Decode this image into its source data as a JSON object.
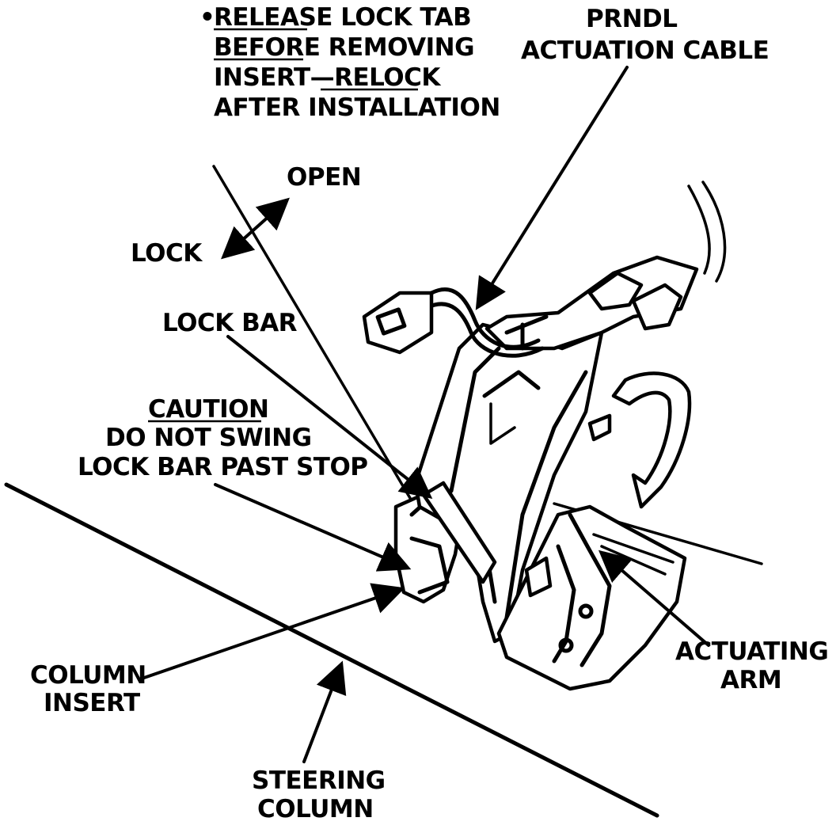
{
  "note": {
    "bullet": "•",
    "line1_underlined": "RELEASE",
    "line1_rest": " LOCK TAB",
    "line2_underlined": "BEFORE",
    "line2_rest": " REMOVING",
    "line3_start": "INSERT—",
    "line3_underlined": "RELOCK",
    "line4": "AFTER INSTALLATION"
  },
  "labels": {
    "prndl_line1": "PRNDL",
    "prndl_line2": "ACTUATION CABLE",
    "open": "OPEN",
    "lock": "LOCK",
    "lock_bar": "LOCK BAR",
    "caution_title": "CAUTION",
    "caution_line1": "DO NOT SWING",
    "caution_line2": "LOCK BAR PAST STOP",
    "column_insert_line1": "COLUMN",
    "column_insert_line2": "INSERT",
    "steering_column_line1": "STEERING",
    "steering_column_line2": "COLUMN",
    "actuating_arm_line1": "ACTUATING",
    "actuating_arm_line2": "ARM"
  }
}
